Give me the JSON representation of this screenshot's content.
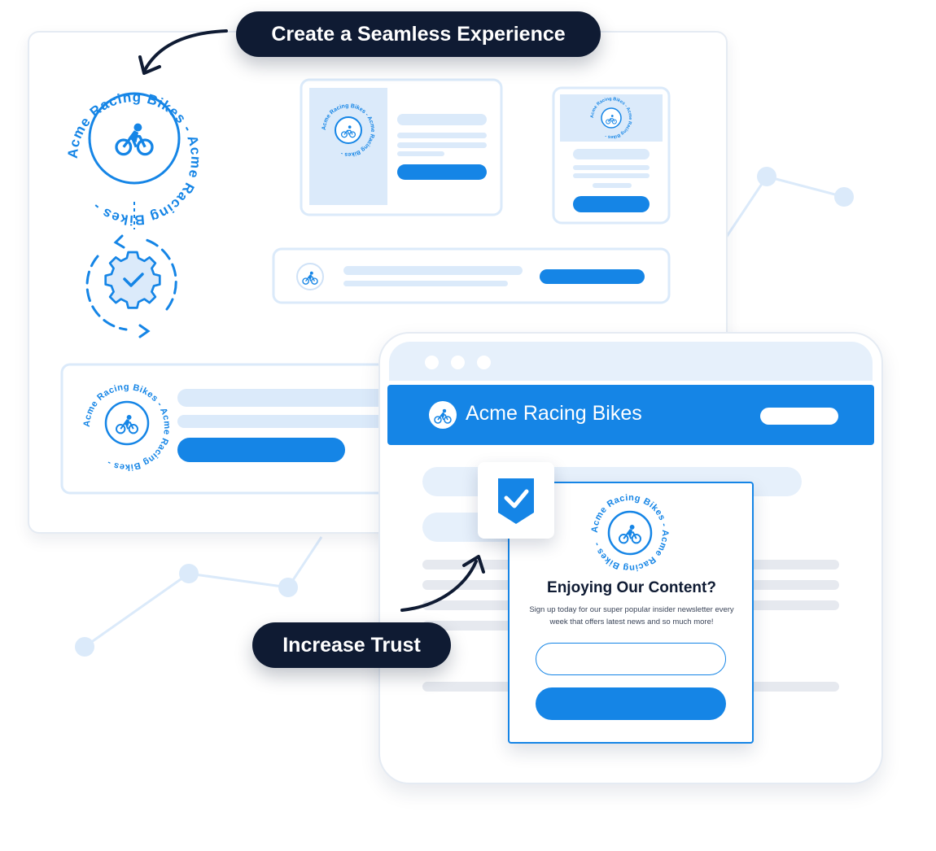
{
  "callouts": {
    "top": "Create a Seamless Experience",
    "bottom": "Increase Trust"
  },
  "brand": {
    "name": "Acme Racing Bikes",
    "seal_text": "Acme Racing Bikes - Acme Racing Bikes -"
  },
  "popup": {
    "heading": "Enjoying Our Content?",
    "body": "Sign up today for our super popular insider newsletter every week that offers latest news and so much more!",
    "email_value": "",
    "submit_label": ""
  },
  "colors": {
    "navy": "#0f1b33",
    "brand_blue": "#1585e6",
    "light_blue": "#dbeafa",
    "outline_blue": "#cfe2f7",
    "gray_line": "#e6e9ef"
  },
  "icons": [
    "bicycle-icon",
    "gear-check-icon",
    "shield-check-icon",
    "curved-arrow-icon"
  ]
}
